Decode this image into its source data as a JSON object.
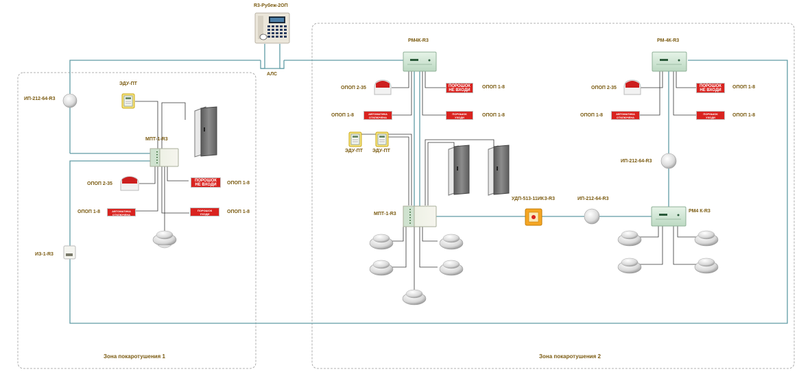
{
  "colors": {
    "wire": "#5f9ba5",
    "wire_dark": "#333333",
    "label": "#7a5a10",
    "zone_border": "#999999",
    "sign_red": "#d9231f",
    "module_green": "#d8ecdc",
    "detector_yellow": "#f5a623"
  },
  "controller": {
    "label": "R3-Рубеж-2ОП"
  },
  "bus": {
    "label": "АЛС"
  },
  "zone1": {
    "title": "Зона покаротушения 1",
    "ip_detector": "ИП-212-64-R3",
    "edu": "ЭДУ-ПТ",
    "mpt": "МПТ-1-R3",
    "opop_2_35": "ОПОП 2-35",
    "opop_1_8_a": "ОПОП 1-8",
    "opop_1_8_b": "ОПОП 1-8",
    "opop_1_8_c": "ОПОП 1-8",
    "sign_ne_vhodi": [
      "ПОРОШОК",
      "НЕ ВХОДИ"
    ],
    "sign_avtomatika": [
      "АВТОМАТИКА",
      "ОТКЛЮЧЕНА"
    ],
    "sign_uhodi": [
      "ПОРОШОК",
      "УХОДИ"
    ],
    "iz": "ИЗ-1-R3"
  },
  "zone2": {
    "title": "Зона покаротушения 2",
    "rm_left": "РМ4К-R3",
    "rm_right": "РМ-4К-R3",
    "rm_bottom": "РМ4 К-R3",
    "opop_2_35_left": "ОПОП 2-35",
    "opop_1_8_l1": "ОПОП 1-8",
    "opop_1_8_l2": "ОПОП 1-8",
    "opop_1_8_l3": "ОПОП 1-8",
    "opop_2_35_right": "ОПОП 2-35",
    "opop_1_8_r1": "ОПОП 1-8",
    "opop_1_8_r2": "ОПОП 1-8",
    "opop_1_8_r3": "ОПОП 1-8",
    "sign_ne_vhodi": [
      "ПОРОШОК",
      "НЕ ВХОДИ"
    ],
    "sign_avtomatika": [
      "АВТОМАТИКА",
      "ОТКЛЮЧЕНА"
    ],
    "sign_uhodi": [
      "ПОРОШОК",
      "УХОДИ"
    ],
    "edu_1": "ЭДУ-ПТ",
    "edu_2": "ЭДУ-ПТ",
    "mpt": "МПТ-1-R3",
    "udp": "УДП-513-11ИКЗ-R3",
    "ip_middle": "ИП-212-64-R3",
    "ip_right": "ИП-212-64-R3"
  }
}
